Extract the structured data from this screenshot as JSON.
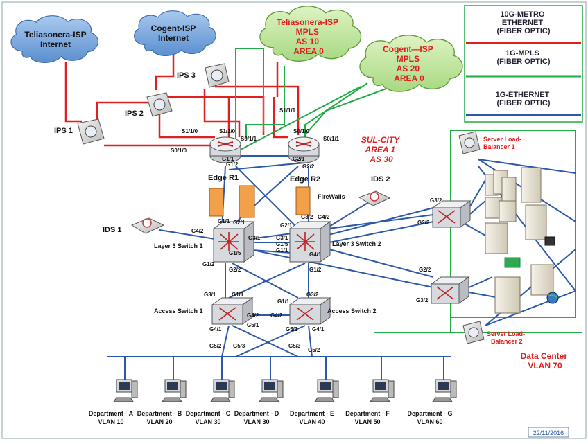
{
  "clouds": {
    "telia_internet": "Teliasonera-ISP\nInternet",
    "cogent_internet": "Cogent-ISP\nInternet",
    "telia_mpls": "Teliasonera-ISP\nMPLS\nAS 10\nAREA 0",
    "cogent_mpls": "Cogent—ISP\nMPLS\nAS 20\nAREA 0"
  },
  "legend": {
    "items": [
      {
        "label": "10G-METRO\nETHERNET\n(FIBER OPTIC)",
        "color": "#e02020"
      },
      {
        "label": "1G-MPLS\n(FIBER OPTIC)",
        "color": "#22aa44"
      },
      {
        "label": "1G-ETHERNET\n(FIBER OPTIC)",
        "color": "#2b58a8"
      }
    ]
  },
  "devices": {
    "ips1": "IPS 1",
    "ips2": "IPS 2",
    "ips3": "IPS 3",
    "edge_r1": "Edge R1",
    "edge_r2": "Edge R2",
    "firewalls": "FireWalls",
    "ids1": "IDS 1",
    "ids2": "IDS 2",
    "l3sw1": "Layer 3 Switch 1",
    "l3sw2": "Layer 3 Switch 2",
    "acc1": "Access Switch 1",
    "acc2": "Access Switch 2",
    "slb1": "Server Load-\nBalancer 1",
    "slb2": "Server Load-\nBalancer 2"
  },
  "area_label": "SUL-CITY\nAREA 1\nAS 30",
  "datacenter_label": "Data Center\nVLAN 70",
  "ports": {
    "r1_s110a": "S1/1/0",
    "r1_s110b": "S1/1/0",
    "r1_s011": "S0/1/1",
    "r1_s010": "S0/1/0",
    "r1_g11": "G1/1",
    "r1_g12": "G1/2",
    "r2_s111": "S1/1/1",
    "r2_s010": "S0/1/0",
    "r2_s011": "S0/1/1",
    "r2_g21": "G2/1",
    "r2_g22": "G2/2",
    "l3a_g11": "G1/1",
    "l3a_g42": "G4/2",
    "l3a_g21": "G2/1",
    "l3a_g31": "G3/1",
    "l3a_g15": "G1/5",
    "l3a_g12": "G1/2",
    "l3a_g22": "G2/2",
    "l3b_g21": "G2/1",
    "l3b_g32": "G3/2",
    "l3b_g42": "G4/2",
    "l3b_g31": "G3/1",
    "l3b_g15": "G1/5",
    "l3b_g11": "G1/1",
    "l3b_g41": "G4/1",
    "l3b_g12": "G1/2",
    "dc1_g32": "G3/2",
    "dc1_g22": "G2/2",
    "dc2_g22": "G2/2",
    "dc2_g32": "G3/2",
    "a1_g31": "G3/1",
    "a1_g11": "G1/1",
    "a1_g42": "G4/2",
    "a1_g51": "G5/1",
    "a1_g41": "G4/1",
    "a1_g52": "G5/2",
    "a1_g53": "G5/3",
    "a2_g32": "G3/2",
    "a2_g11": "G1/1",
    "a2_g42": "G4/2",
    "a2_g51": "G5/1",
    "a2_g41": "G4/1",
    "a2_g53": "G5/3",
    "a2_g52": "G5/2"
  },
  "departments": [
    {
      "name": "Department - A",
      "vlan": "VLAN 10"
    },
    {
      "name": "Department - B",
      "vlan": "VLAN 20"
    },
    {
      "name": "Department - C",
      "vlan": "VLAN 30"
    },
    {
      "name": "Department - D",
      "vlan": "VLAN 30"
    },
    {
      "name": "Department - E",
      "vlan": "VLAN 40"
    },
    {
      "name": "Department - F",
      "vlan": "VLAN 50"
    },
    {
      "name": "Department - G",
      "vlan": "VLAN 60"
    }
  ],
  "date": "22/11/2016"
}
